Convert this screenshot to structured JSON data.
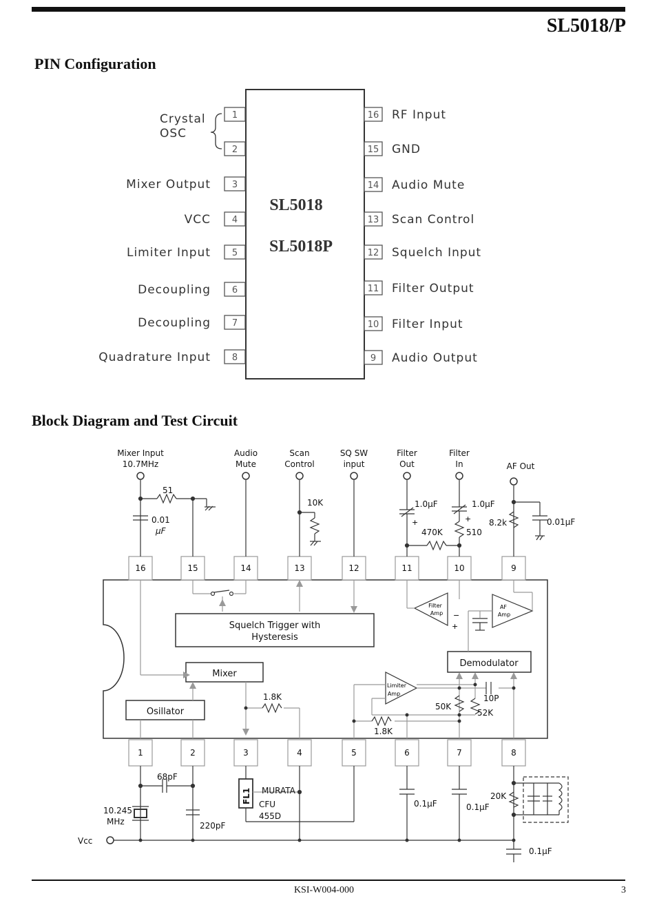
{
  "header": {
    "part_number": "SL5018/P"
  },
  "pin_section": {
    "title": "PIN Configuration",
    "chip_labels": [
      "SL5018",
      "SL5018P"
    ],
    "crystal_group_label": [
      "Crystal",
      "OSC"
    ],
    "left_pins": [
      {
        "num": "1",
        "label": ""
      },
      {
        "num": "2",
        "label": ""
      },
      {
        "num": "3",
        "label": "Mixer Output"
      },
      {
        "num": "4",
        "label": "VCC"
      },
      {
        "num": "5",
        "label": "Limiter Input"
      },
      {
        "num": "6",
        "label": "Decoupling"
      },
      {
        "num": "7",
        "label": "Decoupling"
      },
      {
        "num": "8",
        "label": "Quadrature Input"
      }
    ],
    "right_pins": [
      {
        "num": "16",
        "label": "RF Input"
      },
      {
        "num": "15",
        "label": "GND"
      },
      {
        "num": "14",
        "label": "Audio Mute"
      },
      {
        "num": "13",
        "label": "Scan Control"
      },
      {
        "num": "12",
        "label": "Squelch Input"
      },
      {
        "num": "11",
        "label": "Filter Output"
      },
      {
        "num": "10",
        "label": "Filter Input"
      },
      {
        "num": "9",
        "label": "Audio Output"
      }
    ]
  },
  "block_section": {
    "title": "Block Diagram and Test Circuit",
    "terminals": [
      {
        "line1": "Mixer Input",
        "line2": "10.7MHz"
      },
      {
        "line1": "Audio",
        "line2": "Mute"
      },
      {
        "line1": "Scan",
        "line2": "Control"
      },
      {
        "line1": "SQ SW",
        "line2": "input"
      },
      {
        "line1": "Filter",
        "line2": "Out"
      },
      {
        "line1": "Filter",
        "line2": "In"
      },
      {
        "line1": "AF Out",
        "line2": ""
      }
    ],
    "top_pins": [
      "16",
      "15",
      "14",
      "13",
      "12",
      "11",
      "10",
      "9"
    ],
    "bottom_pins": [
      "1",
      "2",
      "3",
      "4",
      "5",
      "6",
      "7",
      "8"
    ],
    "blocks": {
      "squelch_line1": "Squelch Trigger with",
      "squelch_line2": "Hysteresis",
      "mixer": "Mixer",
      "oscillator": "Osillator",
      "demodulator": "Demodulator",
      "filter_amp_1": "Filter",
      "filter_amp_2": "Amp",
      "af_amp_1": "AF",
      "af_amp_2": "Amp",
      "limiter_amp_1": "Limiter",
      "limiter_amp_2": "Amp"
    },
    "components": {
      "r51": "51",
      "c001a": "0.01",
      "c001a_unit": "µF",
      "r10k": "10K",
      "c1uf_a": "1.0µF",
      "c1uf_b": "1.0µF",
      "r470k": "470K",
      "r510": "510",
      "r82k": "8.2k",
      "c001b": "0.01µF",
      "r18k_a": "1.8K",
      "r18k_b": "1.8K",
      "r50k": "50K",
      "r52k": "52K",
      "c10p": "10P",
      "c68p": "68pF",
      "xtal1": "10.245",
      "xtal2": "MHz",
      "c220p": "220pF",
      "fl1": "FL1",
      "murata": "MURATA",
      "cfu": "CFU",
      "cfu_freq": "455D",
      "c01_6": "0.1µF",
      "c01_7": "0.1µF",
      "r20k": "20K",
      "c01_vcc": "0.1µF",
      "vcc": "Vcc"
    }
  },
  "footer": {
    "doc_id": "KSI-W004-000",
    "page": "3"
  }
}
